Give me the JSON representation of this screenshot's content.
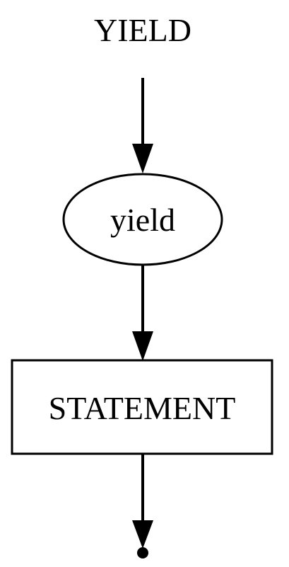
{
  "diagram": {
    "title": "YIELD",
    "nodes": [
      {
        "id": "yield",
        "shape": "ellipse",
        "label": "yield"
      },
      {
        "id": "statement",
        "shape": "box",
        "label": "STATEMENT"
      }
    ],
    "edges": [
      {
        "from": "title",
        "to": "yield"
      },
      {
        "from": "yield",
        "to": "statement"
      },
      {
        "from": "statement",
        "to": "end"
      }
    ],
    "end_marker": "point"
  }
}
